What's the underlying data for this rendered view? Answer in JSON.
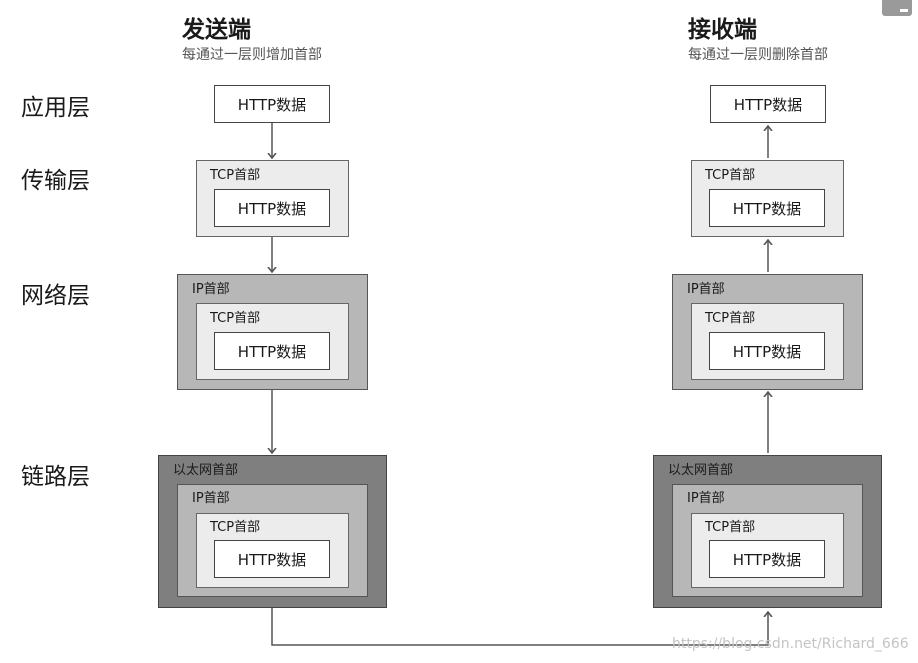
{
  "sender": {
    "title": "发送端",
    "subtitle": "每通过一层则增加首部"
  },
  "receiver": {
    "title": "接收端",
    "subtitle": "每通过一层则删除首部"
  },
  "layers": {
    "application": "应用层",
    "transport": "传输层",
    "network": "网络层",
    "link": "链路层"
  },
  "headers": {
    "http": "HTTP数据",
    "tcp": "TCP首部",
    "ip": "IP首部",
    "ethernet": "以太网首部"
  },
  "watermark": "https://blog.csdn.net/Richard_666",
  "icons": {
    "corner": "comment-icon"
  }
}
